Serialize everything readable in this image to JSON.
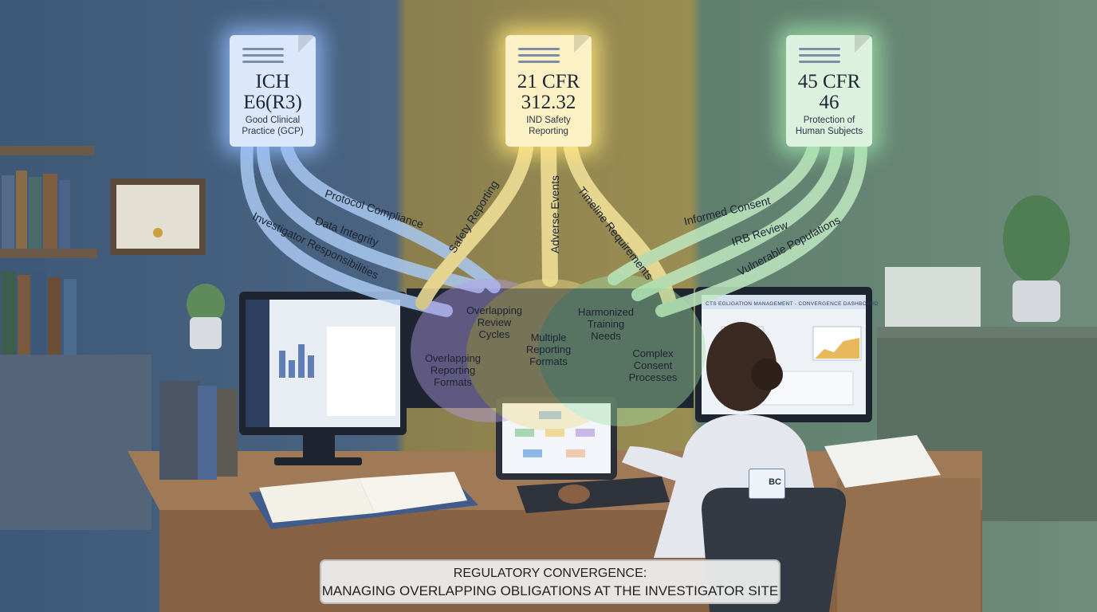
{
  "documents": {
    "ich": {
      "title_line1": "ICH",
      "title_line2": "E6(R3)",
      "subtitle_line1": "Good Clinical",
      "subtitle_line2": "Practice (GCP)",
      "glow": "#9dc3ff"
    },
    "cfr21": {
      "title_line1": "21 CFR",
      "title_line2": "312.32",
      "subtitle_line1": "IND Safety",
      "subtitle_line2": "Reporting",
      "glow": "#ffe27a"
    },
    "cfr45": {
      "title_line1": "45 CFR",
      "title_line2": "46",
      "subtitle_line1": "Protection of",
      "subtitle_line2": "Human Subjects",
      "glow": "#a8e6b0"
    }
  },
  "flows": {
    "protocol_compliance": "Protocol Compliance",
    "data_integrity": "Data Integrity",
    "investigator_responsibilities": "Investigator Responsibilities",
    "safety_reporting": "Safety Reporting",
    "adverse_events": "Adverse Events",
    "timeline_requirements": "Timeline Requirements",
    "informed_consent": "Informed Consent",
    "irb_review": "IRB Review",
    "vulnerable_populations": "Vulnerable Populations"
  },
  "overlaps": {
    "review_cycles": {
      "l1": "Overlapping",
      "l2": "Review",
      "l3": "Cycles"
    },
    "reporting_formats": {
      "l1": "Overlapping",
      "l2": "Reporting",
      "l3": "Formats"
    },
    "multiple_formats": {
      "l1": "Multiple",
      "l2": "Reporting",
      "l3": "Formats"
    },
    "training_needs": {
      "l1": "Harmonized",
      "l2": "Training",
      "l3": "Needs"
    },
    "consent_processes": {
      "l1": "Complex",
      "l2": "Consent",
      "l3": "Processes"
    }
  },
  "dashboard_title": "CTS EGLIGATION MANAGEMENT - CONVERGENCE DASHBOARD",
  "badge_text": "BC",
  "caption": {
    "line1": "REGULATORY CONVERGENCE:",
    "line2": "MANAGING OVERLAPPING OBLIGATIONS AT THE INVESTIGATOR SITE"
  },
  "colors": {
    "blue_flow": "#a9c8f0",
    "yellow_flow": "#f4e39a",
    "green_flow": "#bfe8c0"
  }
}
